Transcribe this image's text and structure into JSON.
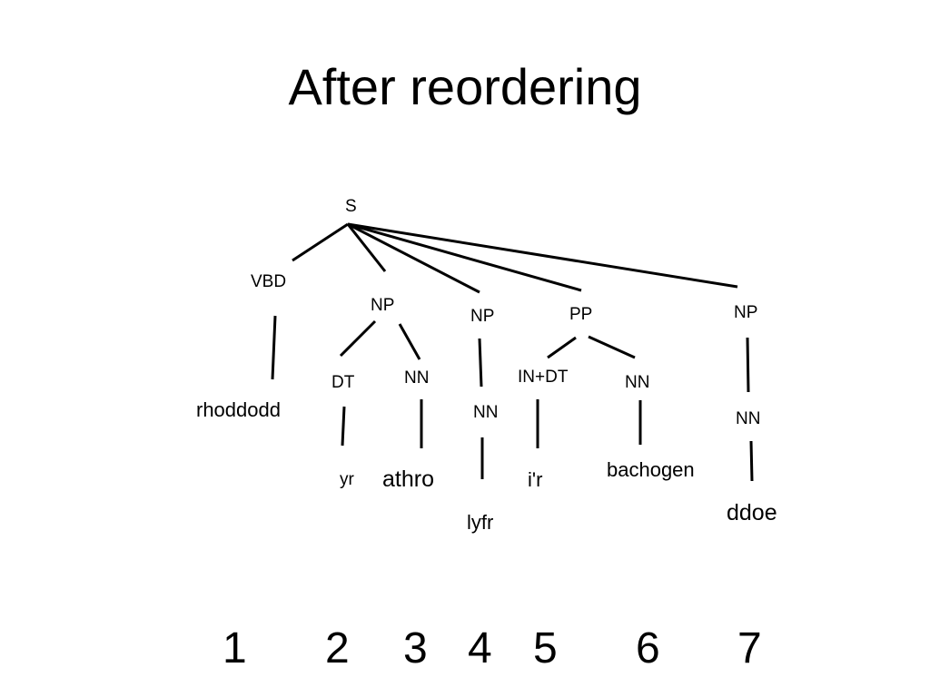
{
  "title": "After reordering",
  "tree": {
    "root": "S",
    "nodes": {
      "vbd": "VBD",
      "np1": "NP",
      "dt": "DT",
      "nn1": "NN",
      "np2": "NP",
      "nn2": "NN",
      "pp": "PP",
      "in_dt": "IN+DT",
      "nn3": "NN",
      "np3": "NP",
      "nn4": "NN"
    },
    "words": [
      "rhoddodd",
      "yr",
      "athro",
      "lyfr",
      "i'r",
      "bachogen",
      "ddoe"
    ]
  },
  "positions": [
    "1",
    "2",
    "3",
    "4",
    "5",
    "6",
    "7"
  ]
}
